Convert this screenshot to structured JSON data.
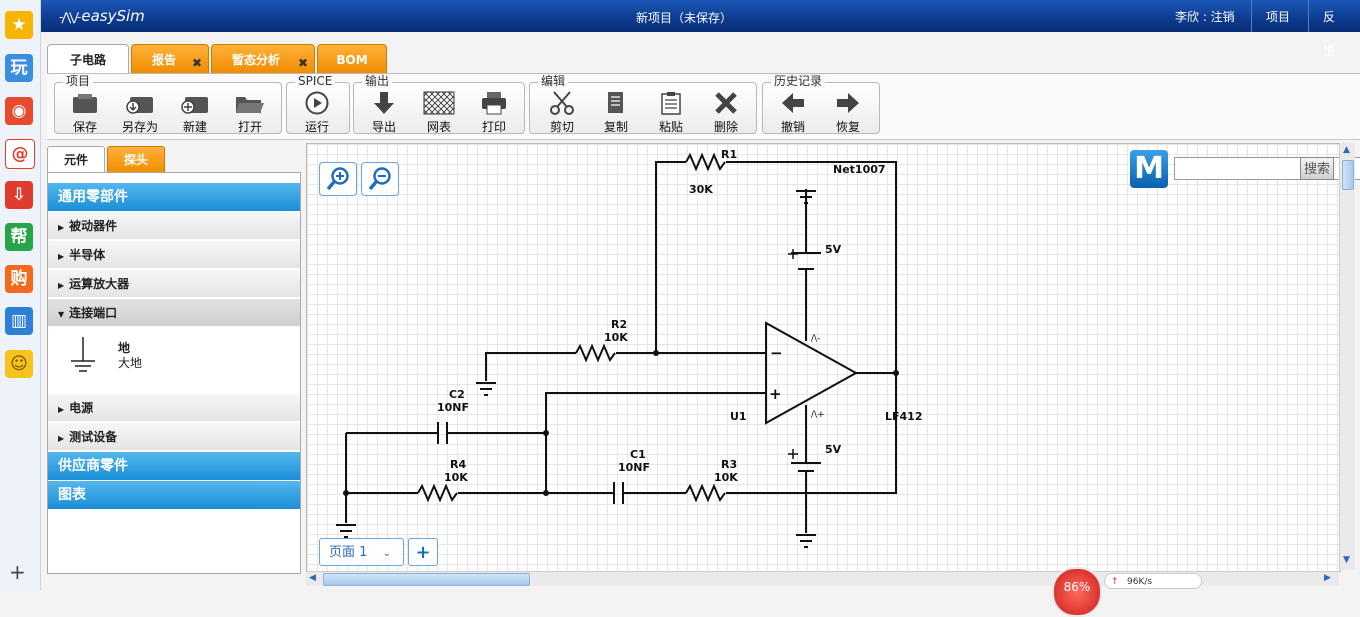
{
  "header": {
    "logo": "easySim",
    "title": "新项目（未保存）",
    "user_label": "李欣 : 注销",
    "project_link": "项目",
    "feedback_link": "反馈"
  },
  "dock": {
    "icons": [
      "star-icon",
      "play-icon",
      "weibo-icon",
      "mail-icon",
      "download-icon",
      "help-icon",
      "shop-icon",
      "book-icon",
      "emoji-icon"
    ],
    "play_label": "玩",
    "help_label": "帮",
    "shop_label": "购",
    "add_label": "+"
  },
  "tabs": [
    {
      "label": "子电路",
      "active": true
    },
    {
      "label": "报告",
      "closable": true
    },
    {
      "label": "暂态分析",
      "closable": true
    },
    {
      "label": "BOM",
      "closable": false
    }
  ],
  "toolbar": {
    "groups": {
      "project": {
        "label": "项目",
        "buttons": [
          "保存",
          "另存为",
          "新建",
          "打开"
        ]
      },
      "spice": {
        "label": "SPICE",
        "buttons": [
          "运行"
        ]
      },
      "output": {
        "label": "输出",
        "buttons": [
          "导出",
          "网表",
          "打印"
        ]
      },
      "edit": {
        "label": "编辑",
        "buttons": [
          "剪切",
          "复制",
          "粘贴",
          "删除"
        ]
      },
      "history": {
        "label": "历史记录",
        "buttons": [
          "撤销",
          "恢复"
        ]
      }
    }
  },
  "panel": {
    "tabs": [
      "元件",
      "探头"
    ],
    "categories": {
      "general": "通用零部件",
      "vendor": "供应商零件",
      "charts": "图表"
    },
    "subcategories": [
      "被动器件",
      "半导体",
      "运算放大器",
      "连接端口",
      "电源",
      "测试设备"
    ],
    "open_item": {
      "name": "地",
      "desc": "大地"
    }
  },
  "canvas": {
    "labels": {
      "r1": "R1",
      "r1_val": "30K",
      "net": "Net1007",
      "r2": "R2",
      "r2_val": "10K",
      "c2": "C2",
      "c2_val": "10NF",
      "r4": "R4",
      "r4_val": "10K",
      "c1": "C1",
      "c1_val": "10NF",
      "r3": "R3",
      "r3_val": "10K",
      "u1": "U1",
      "op": "LF412",
      "v_top": "5V",
      "v_bot": "5V",
      "vminus": "/\\-",
      "vplus": "/\\+",
      "minus": "−",
      "plus": "+"
    },
    "page_select": "页面 1",
    "page_add": "+"
  },
  "search": {
    "logo": "M",
    "placeholder": "",
    "button": "搜索"
  },
  "status": {
    "percent": "86%",
    "speed": "96K/s"
  }
}
